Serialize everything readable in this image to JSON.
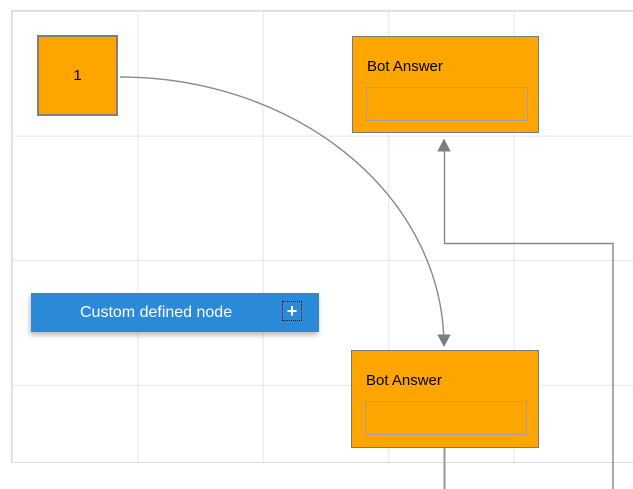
{
  "canvas": {
    "grid_color": "#e6e6e6",
    "border_color": "#dcdcdc"
  },
  "nodes": {
    "start": {
      "label": "1"
    },
    "bot_answer_top": {
      "title": "Bot Answer"
    },
    "bot_answer_bottom": {
      "title": "Bot Answer"
    },
    "custom": {
      "label": "Custom defined node",
      "add_icon": "+"
    }
  },
  "colors": {
    "orange_node_fill": "#ffa500",
    "orange_node_border": "#7f7f7f",
    "blue_node_fill": "#2b8ad8",
    "connector": "#898989",
    "field_border": "#a0a0a0",
    "label_on_orange": "#000000",
    "label_on_blue": "#ffffff"
  }
}
